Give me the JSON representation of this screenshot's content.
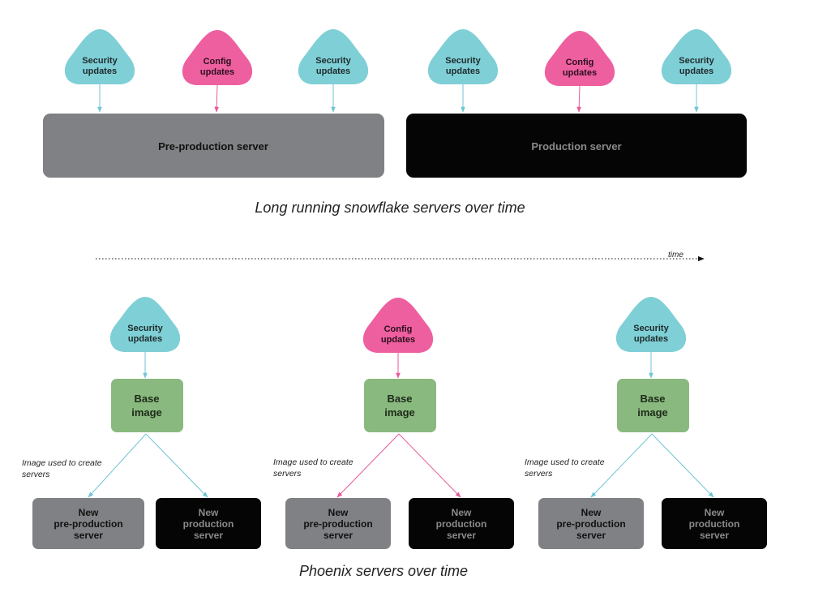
{
  "colors": {
    "security": "#7fcfd6",
    "config": "#ee5fa0",
    "preprod_box": "#808184",
    "prod_box": "#050505",
    "base_image": "#8ab97f",
    "preprod_text": "#111111",
    "prod_text": "#8a8a8a",
    "security_arrow": "#6fc6d4",
    "config_arrow": "#e85a9b"
  },
  "top": {
    "updates": [
      {
        "type": "security",
        "line1": "Security",
        "line2": "updates"
      },
      {
        "type": "config",
        "line1": "Config",
        "line2": "updates"
      },
      {
        "type": "security",
        "line1": "Security",
        "line2": "updates"
      },
      {
        "type": "security",
        "line1": "Security",
        "line2": "updates"
      },
      {
        "type": "config",
        "line1": "Config",
        "line2": "updates"
      },
      {
        "type": "security",
        "line1": "Security",
        "line2": "updates"
      }
    ],
    "preprod_label": "Pre-production server",
    "prod_label": "Production server",
    "caption": "Long running snowflake servers over time"
  },
  "timeline": {
    "label": "time"
  },
  "bottom": {
    "columns": [
      {
        "update": {
          "type": "security",
          "line1": "Security",
          "line2": "updates"
        },
        "image": {
          "line1": "Base",
          "line2": "image"
        },
        "note": {
          "line1": "Image used to create",
          "line2": "servers"
        },
        "preprod": {
          "line1": "New",
          "line2": "pre-production",
          "line3": "server"
        },
        "prod": {
          "line1": "New",
          "line2": "production",
          "line3": "server"
        }
      },
      {
        "update": {
          "type": "config",
          "line1": "Config",
          "line2": "updates"
        },
        "image": {
          "line1": "Base",
          "line2": "image"
        },
        "note": {
          "line1": "Image used to create",
          "line2": "servers"
        },
        "preprod": {
          "line1": "New",
          "line2": "pre-production",
          "line3": "server"
        },
        "prod": {
          "line1": "New",
          "line2": "production",
          "line3": "server"
        }
      },
      {
        "update": {
          "type": "security",
          "line1": "Security",
          "line2": "updates"
        },
        "image": {
          "line1": "Base",
          "line2": "image"
        },
        "note": {
          "line1": "Image used to create",
          "line2": "servers"
        },
        "preprod": {
          "line1": "New",
          "line2": "pre-production",
          "line3": "server"
        },
        "prod": {
          "line1": "New",
          "line2": "production",
          "line3": "server"
        }
      }
    ],
    "caption": "Phoenix servers over time"
  }
}
